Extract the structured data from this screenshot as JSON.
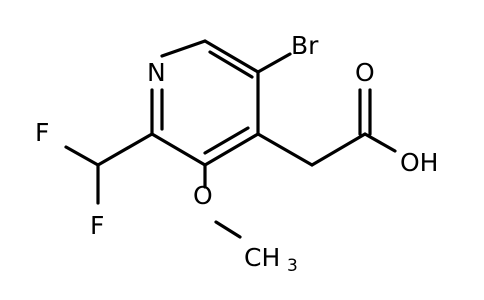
{
  "molecule": {
    "atoms": {
      "bromine": "Br",
      "ring_nitrogen": "N",
      "carbonyl_oxygen": "O",
      "hydroxyl": "OH",
      "fluorine_upper": "F",
      "fluorine_lower": "F",
      "methoxy_oxygen": "O",
      "methyl": "CH",
      "methyl_subscript": "3"
    }
  }
}
